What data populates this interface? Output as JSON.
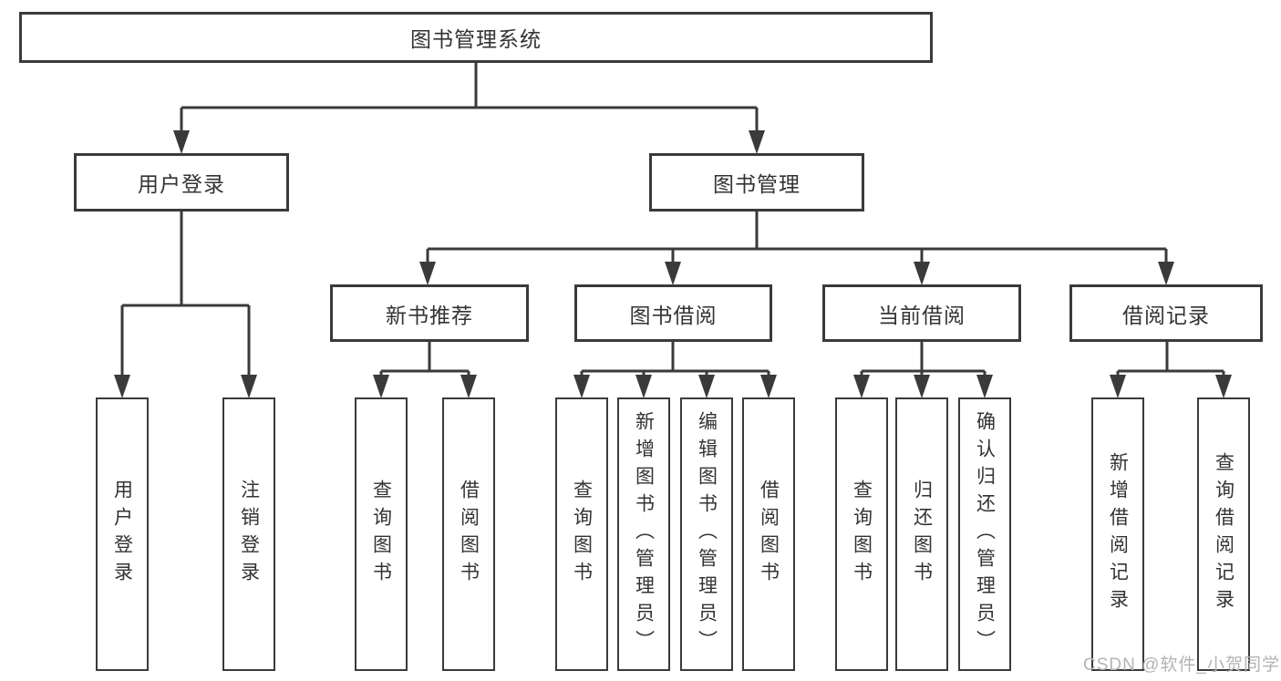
{
  "diagram": {
    "root": {
      "label": "图书管理系统"
    },
    "level2": {
      "user_login": "用户登录",
      "book_mgmt": "图书管理"
    },
    "level3": {
      "new_books": "新书推荐",
      "book_borrow": "图书借阅",
      "current_borrow": "当前借阅",
      "borrow_records": "借阅记录"
    },
    "leaves": {
      "user_login": [
        "用户登录",
        "注销登录"
      ],
      "new_books": [
        "查询图书",
        "借阅图书"
      ],
      "book_borrow": [
        "查询图书",
        "新增图书（管理员）",
        "编辑图书（管理员）",
        "借阅图书"
      ],
      "current_borrow": [
        "查询图书",
        "归还图书",
        "确认归还（管理员）"
      ],
      "borrow_records": [
        "新增借阅记录",
        "查询借阅记录"
      ]
    },
    "colors": {
      "line": "#3a3a3a",
      "text": "#333333",
      "watermark": "#b3b3b3",
      "background": "#ffffff"
    }
  },
  "watermark": {
    "text": "CSDN @软件_小贺同学"
  }
}
